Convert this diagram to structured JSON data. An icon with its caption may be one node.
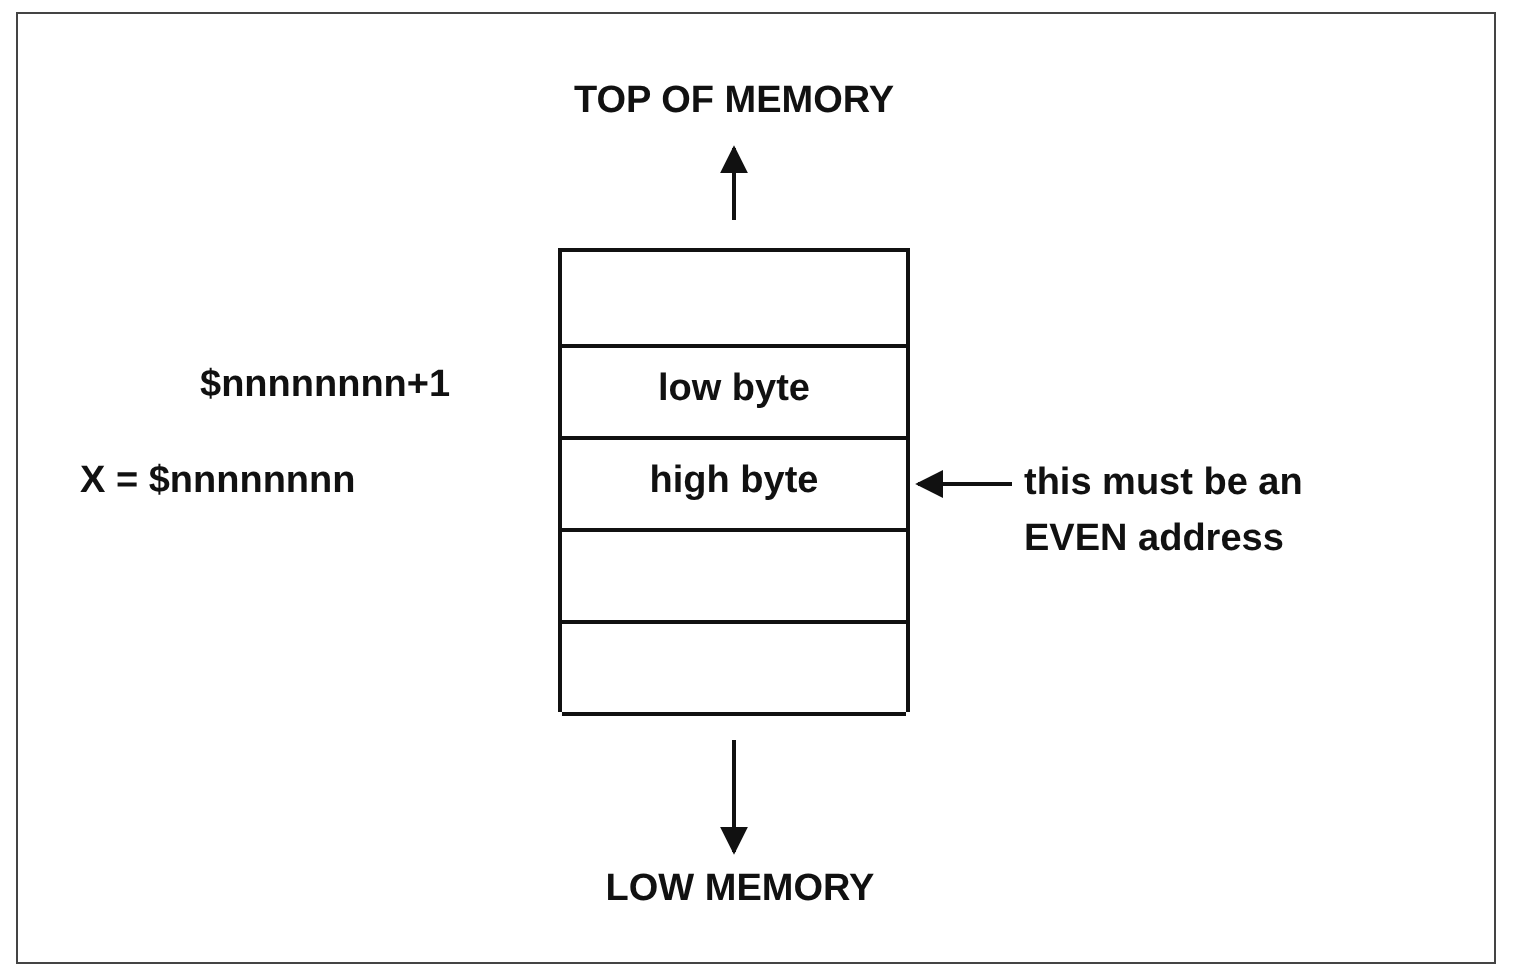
{
  "diagram": {
    "nodes": [
      {
        "text": [],
        "shape": "box"
      },
      {
        "text": [],
        "shape": "box",
        "in": 0
      },
      {
        "text": [
          "low byte"
        ],
        "in": 0
      },
      {
        "text": [
          "high byte"
        ],
        "in": 0
      },
      {
        "text": [],
        "shape": "box",
        "in": 0
      },
      {
        "text": [],
        "shape": "box",
        "in": 0
      },
      {
        "text": [
          "TOP OF MEMORY"
        ]
      },
      {
        "text": [
          "LOW MEMORY"
        ]
      },
      {
        "text": [
          "this must be an EVEN address"
        ]
      }
    ],
    "edges": [
      {
        "from": 0,
        "to": 6,
        "arrow": "to"
      },
      {
        "from": 0,
        "to": 7,
        "arrow": "to"
      },
      {
        "from": 8,
        "to": 3,
        "arrow": "to"
      }
    ],
    "labels": [
      "$nnnnnnnn+1",
      "X = $nnnnnnnn"
    ]
  }
}
